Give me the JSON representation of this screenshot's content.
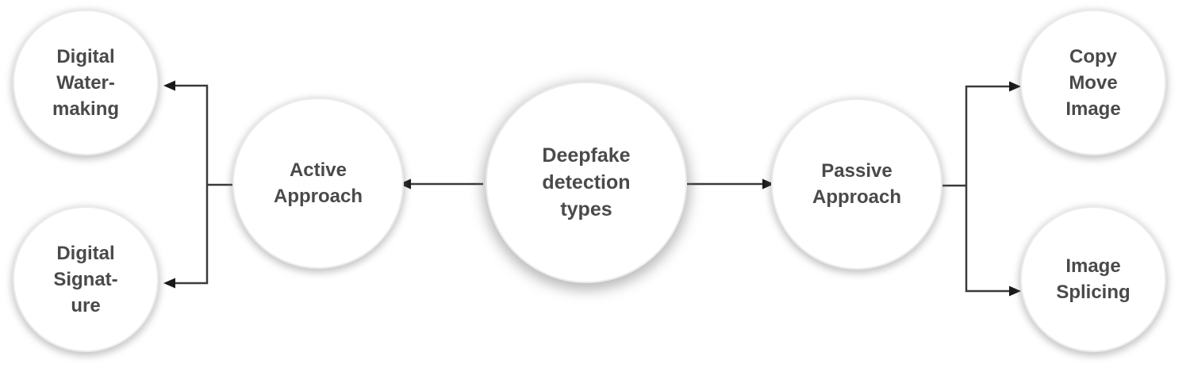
{
  "diagram": {
    "title": "Deepfake detection types diagram",
    "colors": {
      "background": "#ffffff",
      "node_fill": "#ffffff",
      "node_border": "#ebebeb",
      "node_shadow": "#737373",
      "text": "#4a4a4a",
      "connector": "#3a3a3a",
      "arrow_head": "#1a1a1a"
    },
    "nodes": {
      "root": {
        "label": "Deepfake\ndetection\ntypes"
      },
      "active": {
        "label": "Active\nApproach"
      },
      "passive": {
        "label": "Passive\nApproach"
      },
      "watermarking": {
        "label": "Digital\nWater-\nmaking"
      },
      "signature": {
        "label": "Digital\nSignat-\nure"
      },
      "copy_move": {
        "label": "Copy\nMove\nImage"
      },
      "splicing": {
        "label": "Image\nSplicing"
      }
    },
    "edges": [
      {
        "from": "root",
        "to": "active"
      },
      {
        "from": "root",
        "to": "passive"
      },
      {
        "from": "active",
        "to": "watermarking"
      },
      {
        "from": "active",
        "to": "signature"
      },
      {
        "from": "passive",
        "to": "copy_move"
      },
      {
        "from": "passive",
        "to": "splicing"
      }
    ]
  }
}
